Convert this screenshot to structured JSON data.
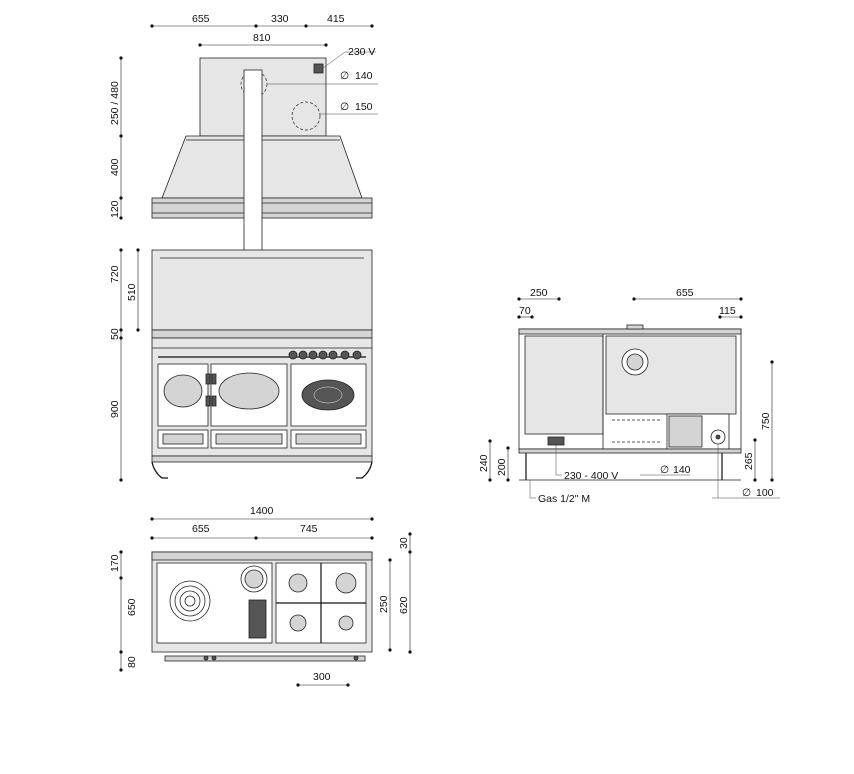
{
  "front_view": {
    "top_dims": [
      "655",
      "330",
      "415"
    ],
    "hood_width": "810",
    "voltage": "230 V",
    "flue_1": "140",
    "flue_2": "150",
    "left_dims": [
      "250 / 480",
      "400",
      "120",
      "720",
      "510",
      "50",
      "900"
    ]
  },
  "top_view": {
    "total_width": "1400",
    "widths": [
      "655",
      "745"
    ],
    "left_dims": [
      "170",
      "650",
      "80"
    ],
    "right_dims": [
      "30",
      "250",
      "620"
    ],
    "bottom_dim": "300"
  },
  "side_view": {
    "top_dims": [
      "250",
      "655",
      "70",
      "115"
    ],
    "right_dims": [
      "750",
      "265"
    ],
    "left_dims": [
      "240",
      "200"
    ],
    "voltage": "230 - 400 V",
    "flue": "140",
    "outlet": "100",
    "gas": "Gas 1/2\" M"
  },
  "symbols": {
    "diameter": "∅"
  }
}
